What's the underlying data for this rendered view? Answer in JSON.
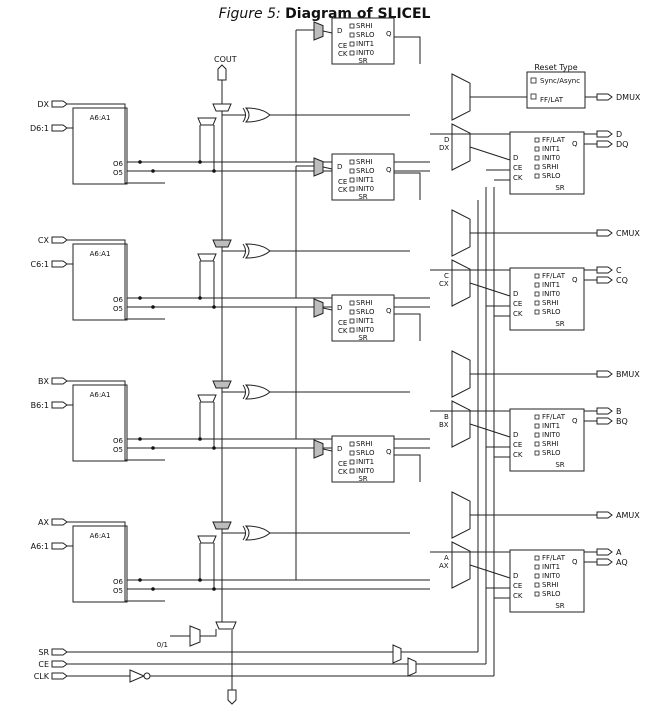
{
  "caption": {
    "figure": "Figure 5:",
    "title": "Diagram of SLICEL"
  },
  "inputs": [
    {
      "id": "dx",
      "label": "DX"
    },
    {
      "id": "d61",
      "label": "D6:1"
    },
    {
      "id": "cx",
      "label": "CX"
    },
    {
      "id": "c61",
      "label": "C6:1"
    },
    {
      "id": "bx",
      "label": "BX"
    },
    {
      "id": "b61",
      "label": "B6:1"
    },
    {
      "id": "ax",
      "label": "AX"
    },
    {
      "id": "a61",
      "label": "A6:1"
    },
    {
      "id": "sr",
      "label": "SR"
    },
    {
      "id": "ce",
      "label": "CE"
    },
    {
      "id": "clk",
      "label": "CLK"
    }
  ],
  "outputs": [
    {
      "id": "dmux",
      "label": "DMUX"
    },
    {
      "id": "d",
      "label": "D"
    },
    {
      "id": "dq",
      "label": "DQ"
    },
    {
      "id": "cmux",
      "label": "CMUX"
    },
    {
      "id": "c",
      "label": "C"
    },
    {
      "id": "cq",
      "label": "CQ"
    },
    {
      "id": "bmux",
      "label": "BMUX"
    },
    {
      "id": "b",
      "label": "B"
    },
    {
      "id": "bq",
      "label": "BQ"
    },
    {
      "id": "amux",
      "label": "AMUX"
    },
    {
      "id": "a",
      "label": "A"
    },
    {
      "id": "aq",
      "label": "AQ"
    }
  ],
  "cout": "COUT",
  "const01": "0/1",
  "lut": {
    "label": "A6:A1",
    "o6": "O6",
    "o5": "O5"
  },
  "latch_ff": {
    "d": "D",
    "ce": "CE",
    "ck": "CK",
    "q": "Q",
    "sr": "SR",
    "opts": [
      "SRHI",
      "SRLO",
      "INIT1",
      "INIT0"
    ]
  },
  "out_ff": {
    "d": "D",
    "ce": "CE",
    "ck": "CK",
    "q": "Q",
    "sr": "SR",
    "opts": [
      "FF/LAT",
      "INIT1",
      "INIT0",
      "SRHI",
      "SRLO"
    ]
  },
  "mux_letters": {
    "d": "D",
    "dx": "DX",
    "c": "C",
    "cx": "CX",
    "b": "B",
    "bx": "BX",
    "a": "A",
    "ax": "AX"
  },
  "reset_type": {
    "title": "Reset Type",
    "opt1": "Sync/Async",
    "opt2": "FF/LAT"
  }
}
